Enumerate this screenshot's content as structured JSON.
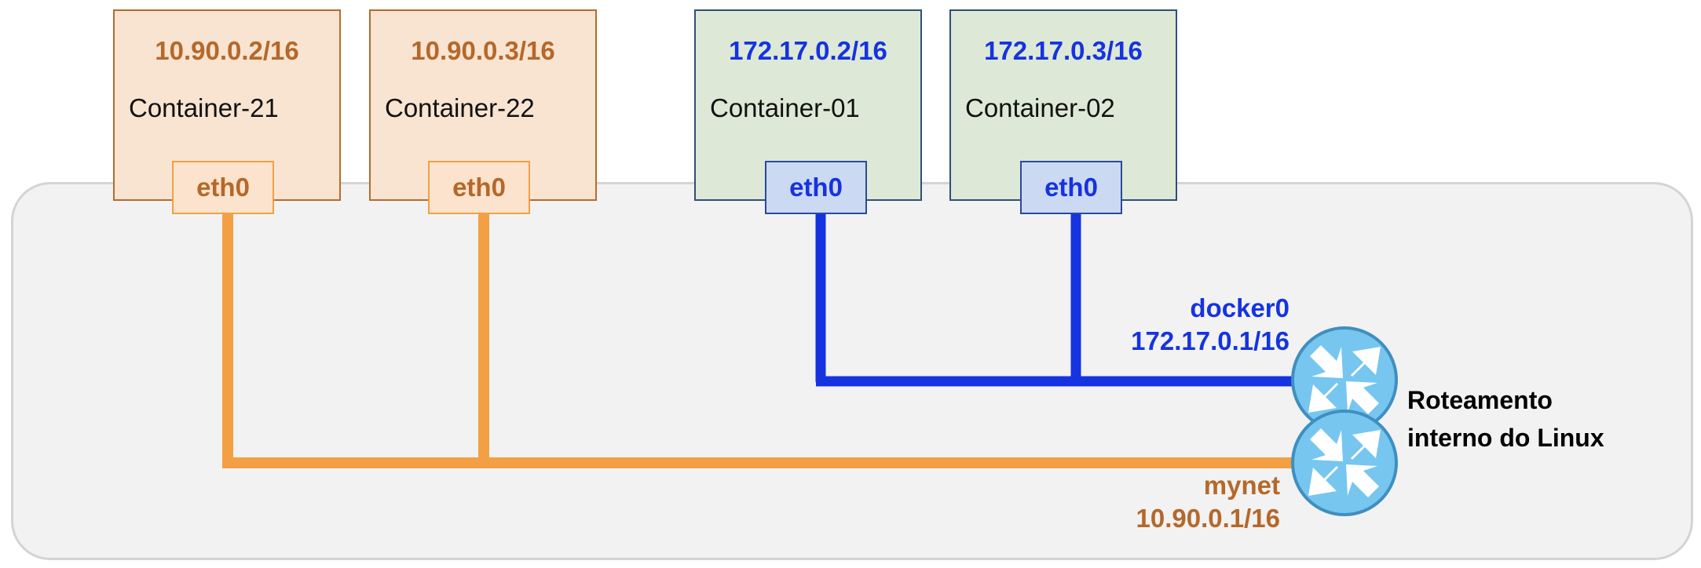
{
  "containers": [
    {
      "name": "Container-21",
      "ip": "10.90.0.2/16",
      "iface": "eth0"
    },
    {
      "name": "Container-22",
      "ip": "10.90.0.3/16",
      "iface": "eth0"
    },
    {
      "name": "Container-01",
      "ip": "172.17.0.2/16",
      "iface": "eth0"
    },
    {
      "name": "Container-02",
      "ip": "172.17.0.3/16",
      "iface": "eth0"
    }
  ],
  "bridges": {
    "docker0": {
      "name": "docker0",
      "ip": "172.17.0.1/16",
      "color": "#1533e0"
    },
    "mynet": {
      "name": "mynet",
      "ip": "10.90.0.1/16",
      "color": "#f3a044"
    }
  },
  "router": {
    "line1": "Roteamento",
    "line2": "interno do Linux",
    "icon": "router-icon"
  },
  "colors": {
    "orange_text": "#b5682a",
    "blue_text": "#1533e0",
    "host_bg": "#f2f2f2"
  }
}
